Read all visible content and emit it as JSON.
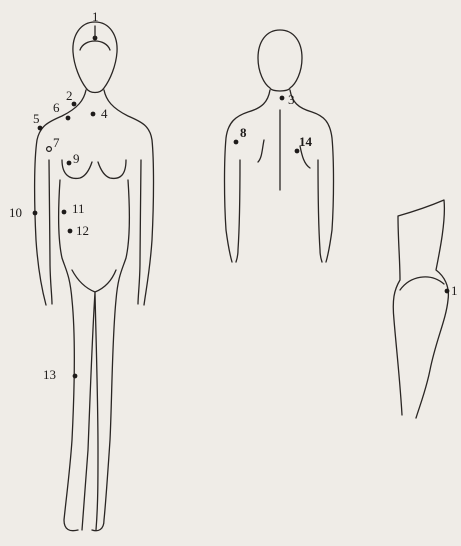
{
  "figure": {
    "front_points": [
      "1",
      "2",
      "6",
      "4",
      "5",
      "7",
      "9",
      "10",
      "11",
      "12",
      "13"
    ],
    "back_points": [
      "3",
      "8",
      "14"
    ],
    "side_points": [
      "1"
    ]
  }
}
